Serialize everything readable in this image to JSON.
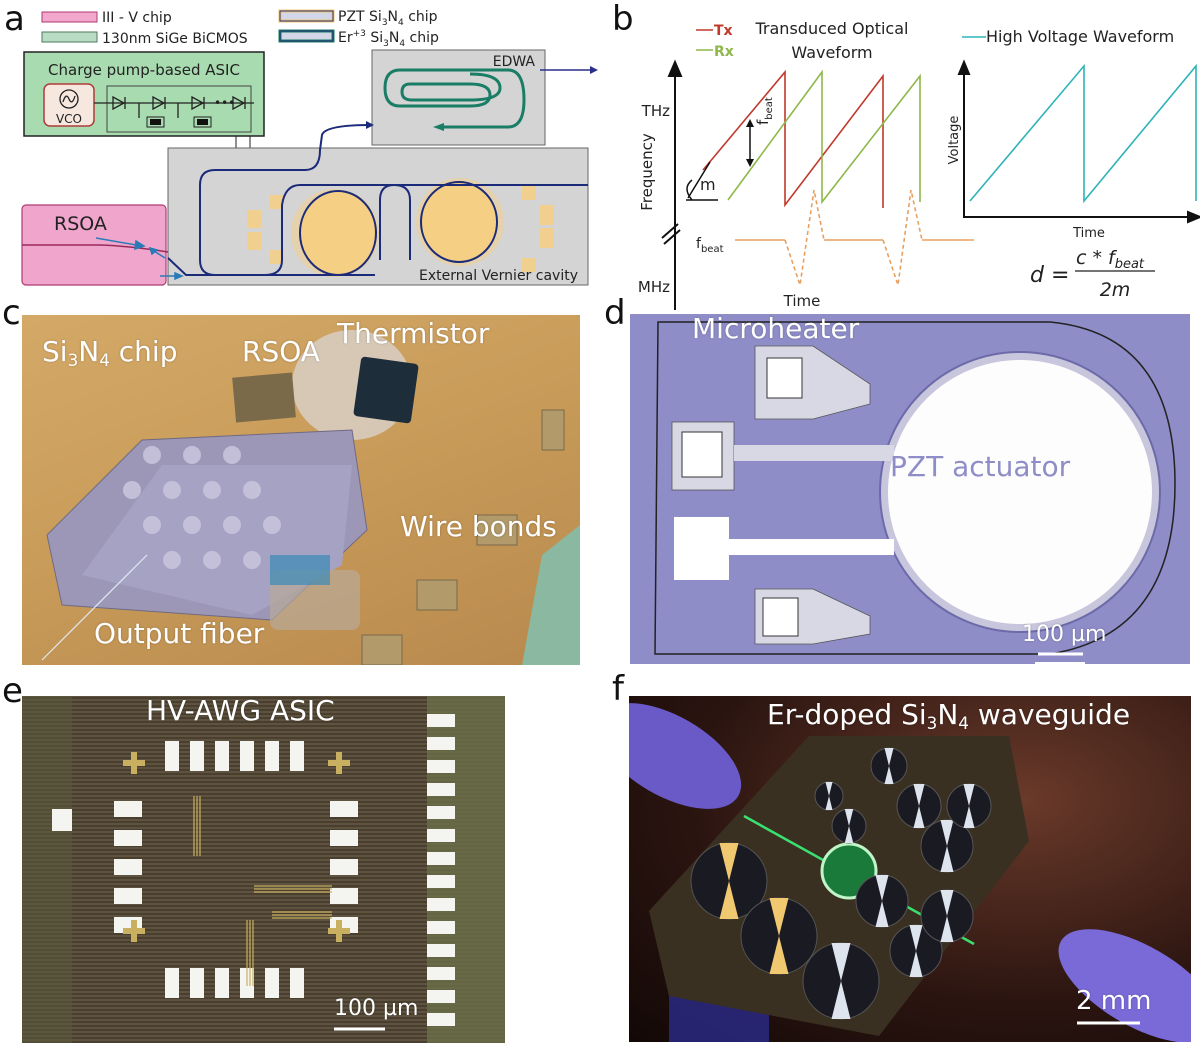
{
  "panels": {
    "a": {
      "letter": "a",
      "legend": [
        {
          "label": "III - V chip",
          "fill": "#f2a7cc",
          "stroke": "#b03a72"
        },
        {
          "label": "130nm SiGe BiCMOS",
          "fill": "#b9dcc4",
          "stroke": "#4e7a5a"
        },
        {
          "label_main": "PZT Si",
          "sub1": "3",
          "mid": "N",
          "sub2": "4",
          "tail": " chip",
          "fill": "#d3d6e6",
          "stroke": "#f0c870"
        },
        {
          "label_main": "Er",
          "sup": "+3",
          "mid1": " Si",
          "sub1": "3",
          "mid": "N",
          "sub2": "4",
          "tail": " chip",
          "fill": "#d3d6e6",
          "stroke": "#1a7d66"
        }
      ],
      "asic_title": "Charge pump-based ASIC",
      "vco_label": "VCO",
      "edwa_label": "EDWA",
      "rsoa_label": "RSOA",
      "cavity_label": "External Vernier cavity",
      "colors": {
        "asic_fill": "#a8dbb0",
        "chip_fill": "#d4d4d4",
        "rsoa_fill": "#f0a6cc",
        "waveguide": "#1c2a7a",
        "heater": "#f5cf83",
        "er_guide": "#1a7d66"
      }
    },
    "b": {
      "letter": "b",
      "legend_tx": "Tx",
      "legend_rx": "Rx",
      "title_line1": "Transduced Optical",
      "title_line2": "Waveform",
      "hv_legend": "High Voltage Waveform",
      "y_label": "Frequency",
      "y_tick_thz": "THz",
      "y_tick_mhz": "MHz",
      "x_label": "Time",
      "slope_label": "m",
      "fbeat_main": "f",
      "fbeat_sub": "beat",
      "hv_y_label": "Voltage",
      "hv_x_label": "Time",
      "equation": {
        "lhs": "d =",
        "numerator": "c * f",
        "num_sub": "beat",
        "denominator": "2m"
      },
      "colors": {
        "tx": "#c0392b",
        "rx": "#8fb84a",
        "hv": "#2eb3b8",
        "beat": "#e8a060"
      }
    },
    "c": {
      "letter": "c",
      "labels": {
        "chip_main": "Si",
        "chip_sub1": "3",
        "chip_mid": "N",
        "chip_sub2": "4",
        "chip_tail": " chip",
        "rsoa": "RSOA",
        "thermistor": "Thermistor",
        "wire_bonds": "Wire bonds",
        "output_fiber": "Output fiber"
      }
    },
    "d": {
      "letter": "d",
      "labels": {
        "microheater": "Microheater",
        "pzt": "PZT actuator",
        "scale": "100 µm"
      }
    },
    "e": {
      "letter": "e",
      "labels": {
        "title": "HV-AWG ASIC",
        "scale": "100 µm"
      }
    },
    "f": {
      "letter": "f",
      "labels": {
        "pre": "Er-doped Si",
        "sub1": "3",
        "mid": "N",
        "sub2": "4",
        "post": " waveguide",
        "scale": "2 mm"
      }
    }
  },
  "chart_data": [
    {
      "type": "line",
      "title": "Transduced Optical Waveform",
      "xlabel": "Time",
      "ylabel": "Frequency",
      "y_ticks": [
        "MHz",
        "THz"
      ],
      "series": [
        {
          "name": "Tx",
          "shape": "sawtooth",
          "periods": 2
        },
        {
          "name": "Rx",
          "shape": "sawtooth (delayed)",
          "periods": 2
        },
        {
          "name": "f_beat",
          "shape": "constant with transient spikes",
          "spikes": 2
        }
      ],
      "annotations": [
        "m (chirp slope)",
        "f_beat"
      ]
    },
    {
      "type": "line",
      "title": "High Voltage Waveform",
      "xlabel": "Time",
      "ylabel": "Voltage",
      "series": [
        {
          "name": "High Voltage Waveform",
          "shape": "sawtooth",
          "periods": 2
        }
      ]
    }
  ]
}
